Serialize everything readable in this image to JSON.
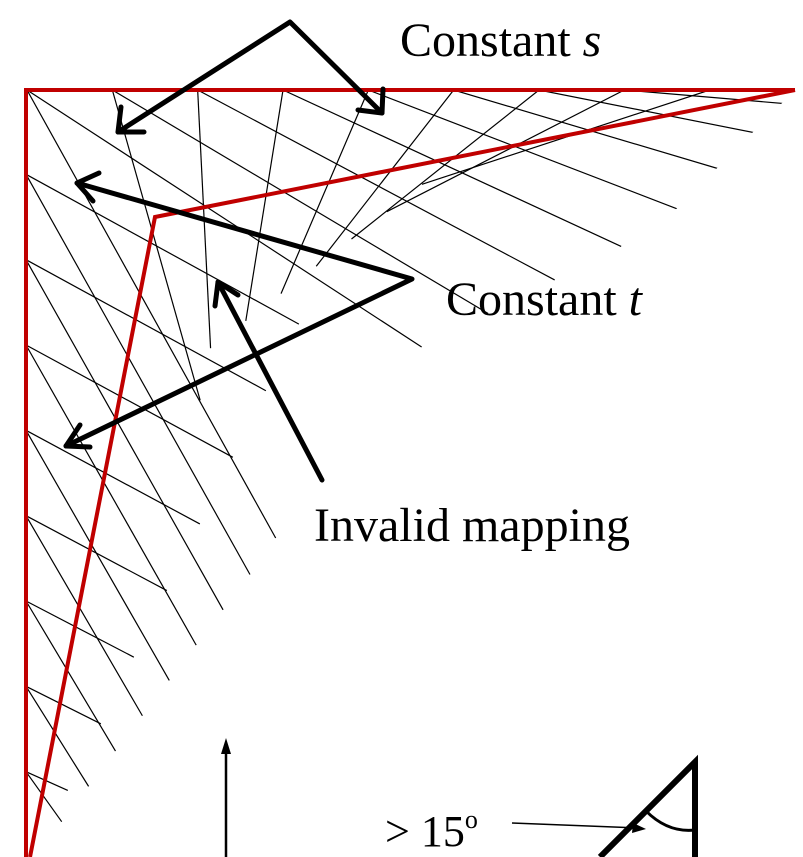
{
  "labels": {
    "constant_s": {
      "text": "Constant ",
      "var": "s"
    },
    "constant_t": {
      "text": "Constant ",
      "var": "t"
    },
    "invalid_mapping": "Invalid mapping",
    "angle": {
      "text": "> 15",
      "sup": "o"
    }
  },
  "colors": {
    "boundary": "#c00000",
    "lines": "#000000",
    "background": "#ffffff"
  }
}
